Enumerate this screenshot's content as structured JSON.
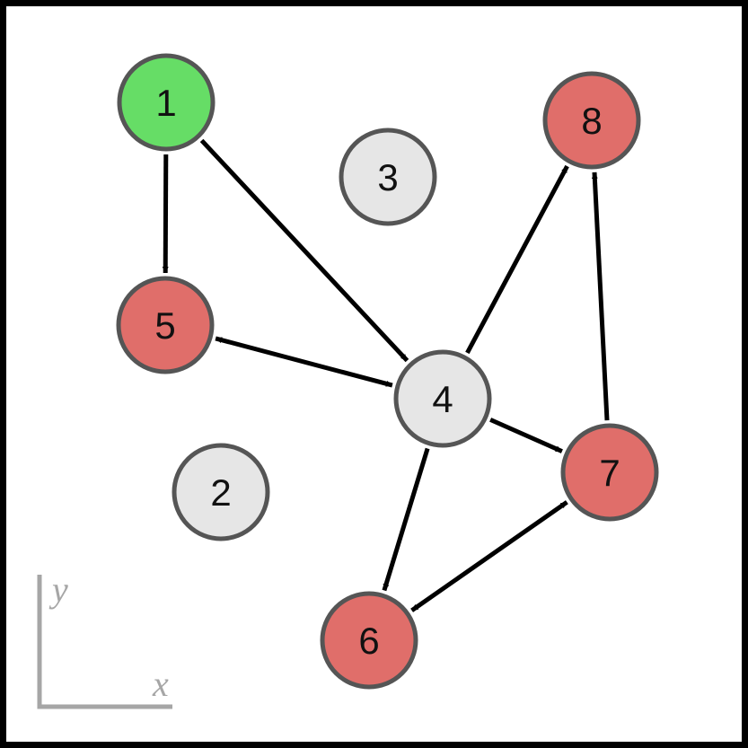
{
  "colors": {
    "source": "#66dd66",
    "target": "#e06e6a",
    "neutral": "#e6e6e6",
    "node_stroke": "#555555",
    "edge": "#000000",
    "axis": "#a6a6a6",
    "frame": "#000000"
  },
  "axes": {
    "x_label": "x",
    "y_label": "y"
  },
  "nodes": [
    {
      "id": "1",
      "label": "1",
      "role": "source"
    },
    {
      "id": "2",
      "label": "2",
      "role": "neutral"
    },
    {
      "id": "3",
      "label": "3",
      "role": "neutral"
    },
    {
      "id": "4",
      "label": "4",
      "role": "neutral"
    },
    {
      "id": "5",
      "label": "5",
      "role": "target"
    },
    {
      "id": "6",
      "label": "6",
      "role": "target"
    },
    {
      "id": "7",
      "label": "7",
      "role": "target"
    },
    {
      "id": "8",
      "label": "8",
      "role": "target"
    }
  ],
  "edges": [
    {
      "from": "1",
      "to": "5",
      "bidirectional": false
    },
    {
      "from": "1",
      "to": "4",
      "bidirectional": false
    },
    {
      "from": "4",
      "to": "5",
      "bidirectional": true
    },
    {
      "from": "4",
      "to": "8",
      "bidirectional": false
    },
    {
      "from": "4",
      "to": "7",
      "bidirectional": false
    },
    {
      "from": "4",
      "to": "6",
      "bidirectional": false
    },
    {
      "from": "7",
      "to": "8",
      "bidirectional": false
    },
    {
      "from": "6",
      "to": "7",
      "bidirectional": true
    }
  ]
}
